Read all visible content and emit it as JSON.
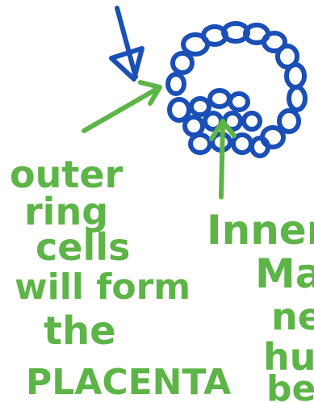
{
  "colors": {
    "blue": "#1a4fb6",
    "green": "#5db447",
    "background": "#ffffff"
  },
  "labels": {
    "outer_lines": [
      "outer",
      "ring",
      "cells",
      "will form",
      "the",
      "PLACENTA"
    ],
    "inner_lines": [
      "Inner",
      "Ma",
      "ne",
      "hu",
      "be"
    ]
  }
}
